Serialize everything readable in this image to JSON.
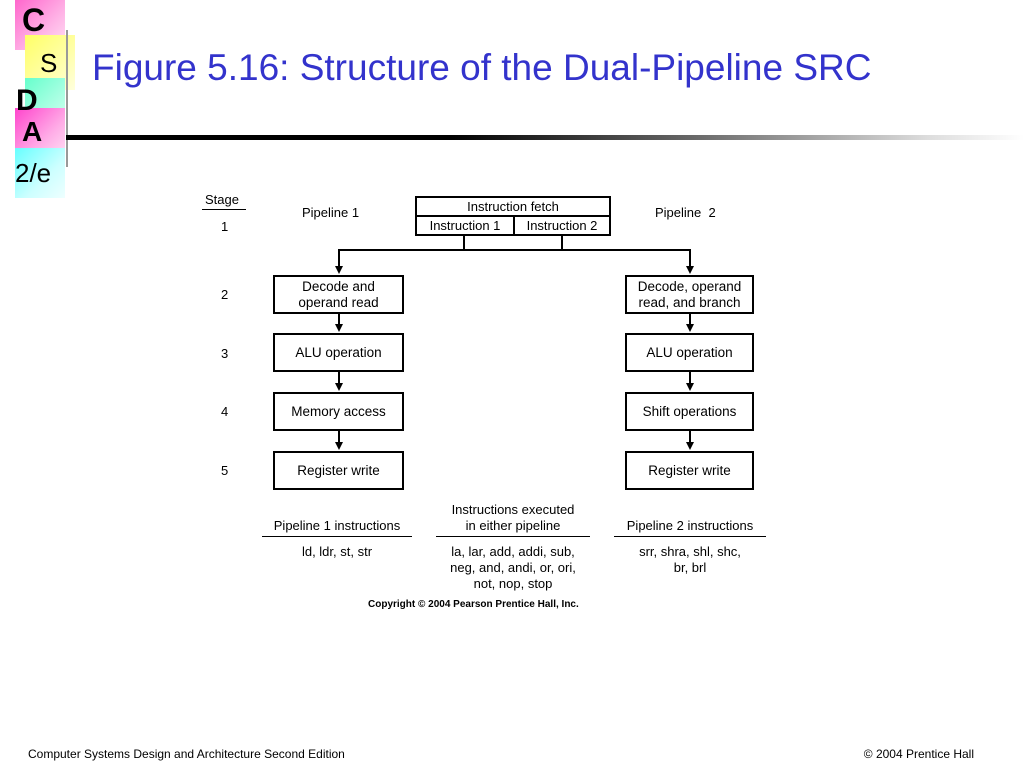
{
  "logo": {
    "c": "C",
    "s": "S",
    "d": "D",
    "a": "A",
    "edition": "2/e"
  },
  "title": "Figure 5.16: Structure of the Dual-Pipeline SRC",
  "diagram": {
    "stage_header": "Stage",
    "stages": [
      "1",
      "2",
      "3",
      "4",
      "5"
    ],
    "pipeline1_label": "Pipeline 1",
    "pipeline2_label": "Pipeline  2",
    "fetch": "Instruction fetch",
    "instr1": "Instruction 1",
    "instr2": "Instruction 2",
    "pipeline1_boxes": [
      "Decode and\noperand read",
      "ALU operation",
      "Memory access",
      "Register write"
    ],
    "pipeline2_boxes": [
      "Decode, operand\nread, and branch",
      "ALU operation",
      "Shift operations",
      "Register write"
    ],
    "p1_instr_header": "Pipeline 1 instructions",
    "p1_instr": "ld, ldr, st, str",
    "either_header": "Instructions executed\nin either pipeline",
    "either_instr": "la, lar, add, addi, sub,\nneg, and, andi, or, ori,\nnot, nop, stop",
    "p2_instr_header": "Pipeline 2 instructions",
    "p2_instr": "srr, shra, shl, shc,\nbr, brl",
    "copyright": "Copyright © 2004 Pearson Prentice Hall, Inc."
  },
  "footer": {
    "left": "Computer Systems Design and Architecture Second Edition",
    "right": "© 2004 Prentice Hall"
  }
}
